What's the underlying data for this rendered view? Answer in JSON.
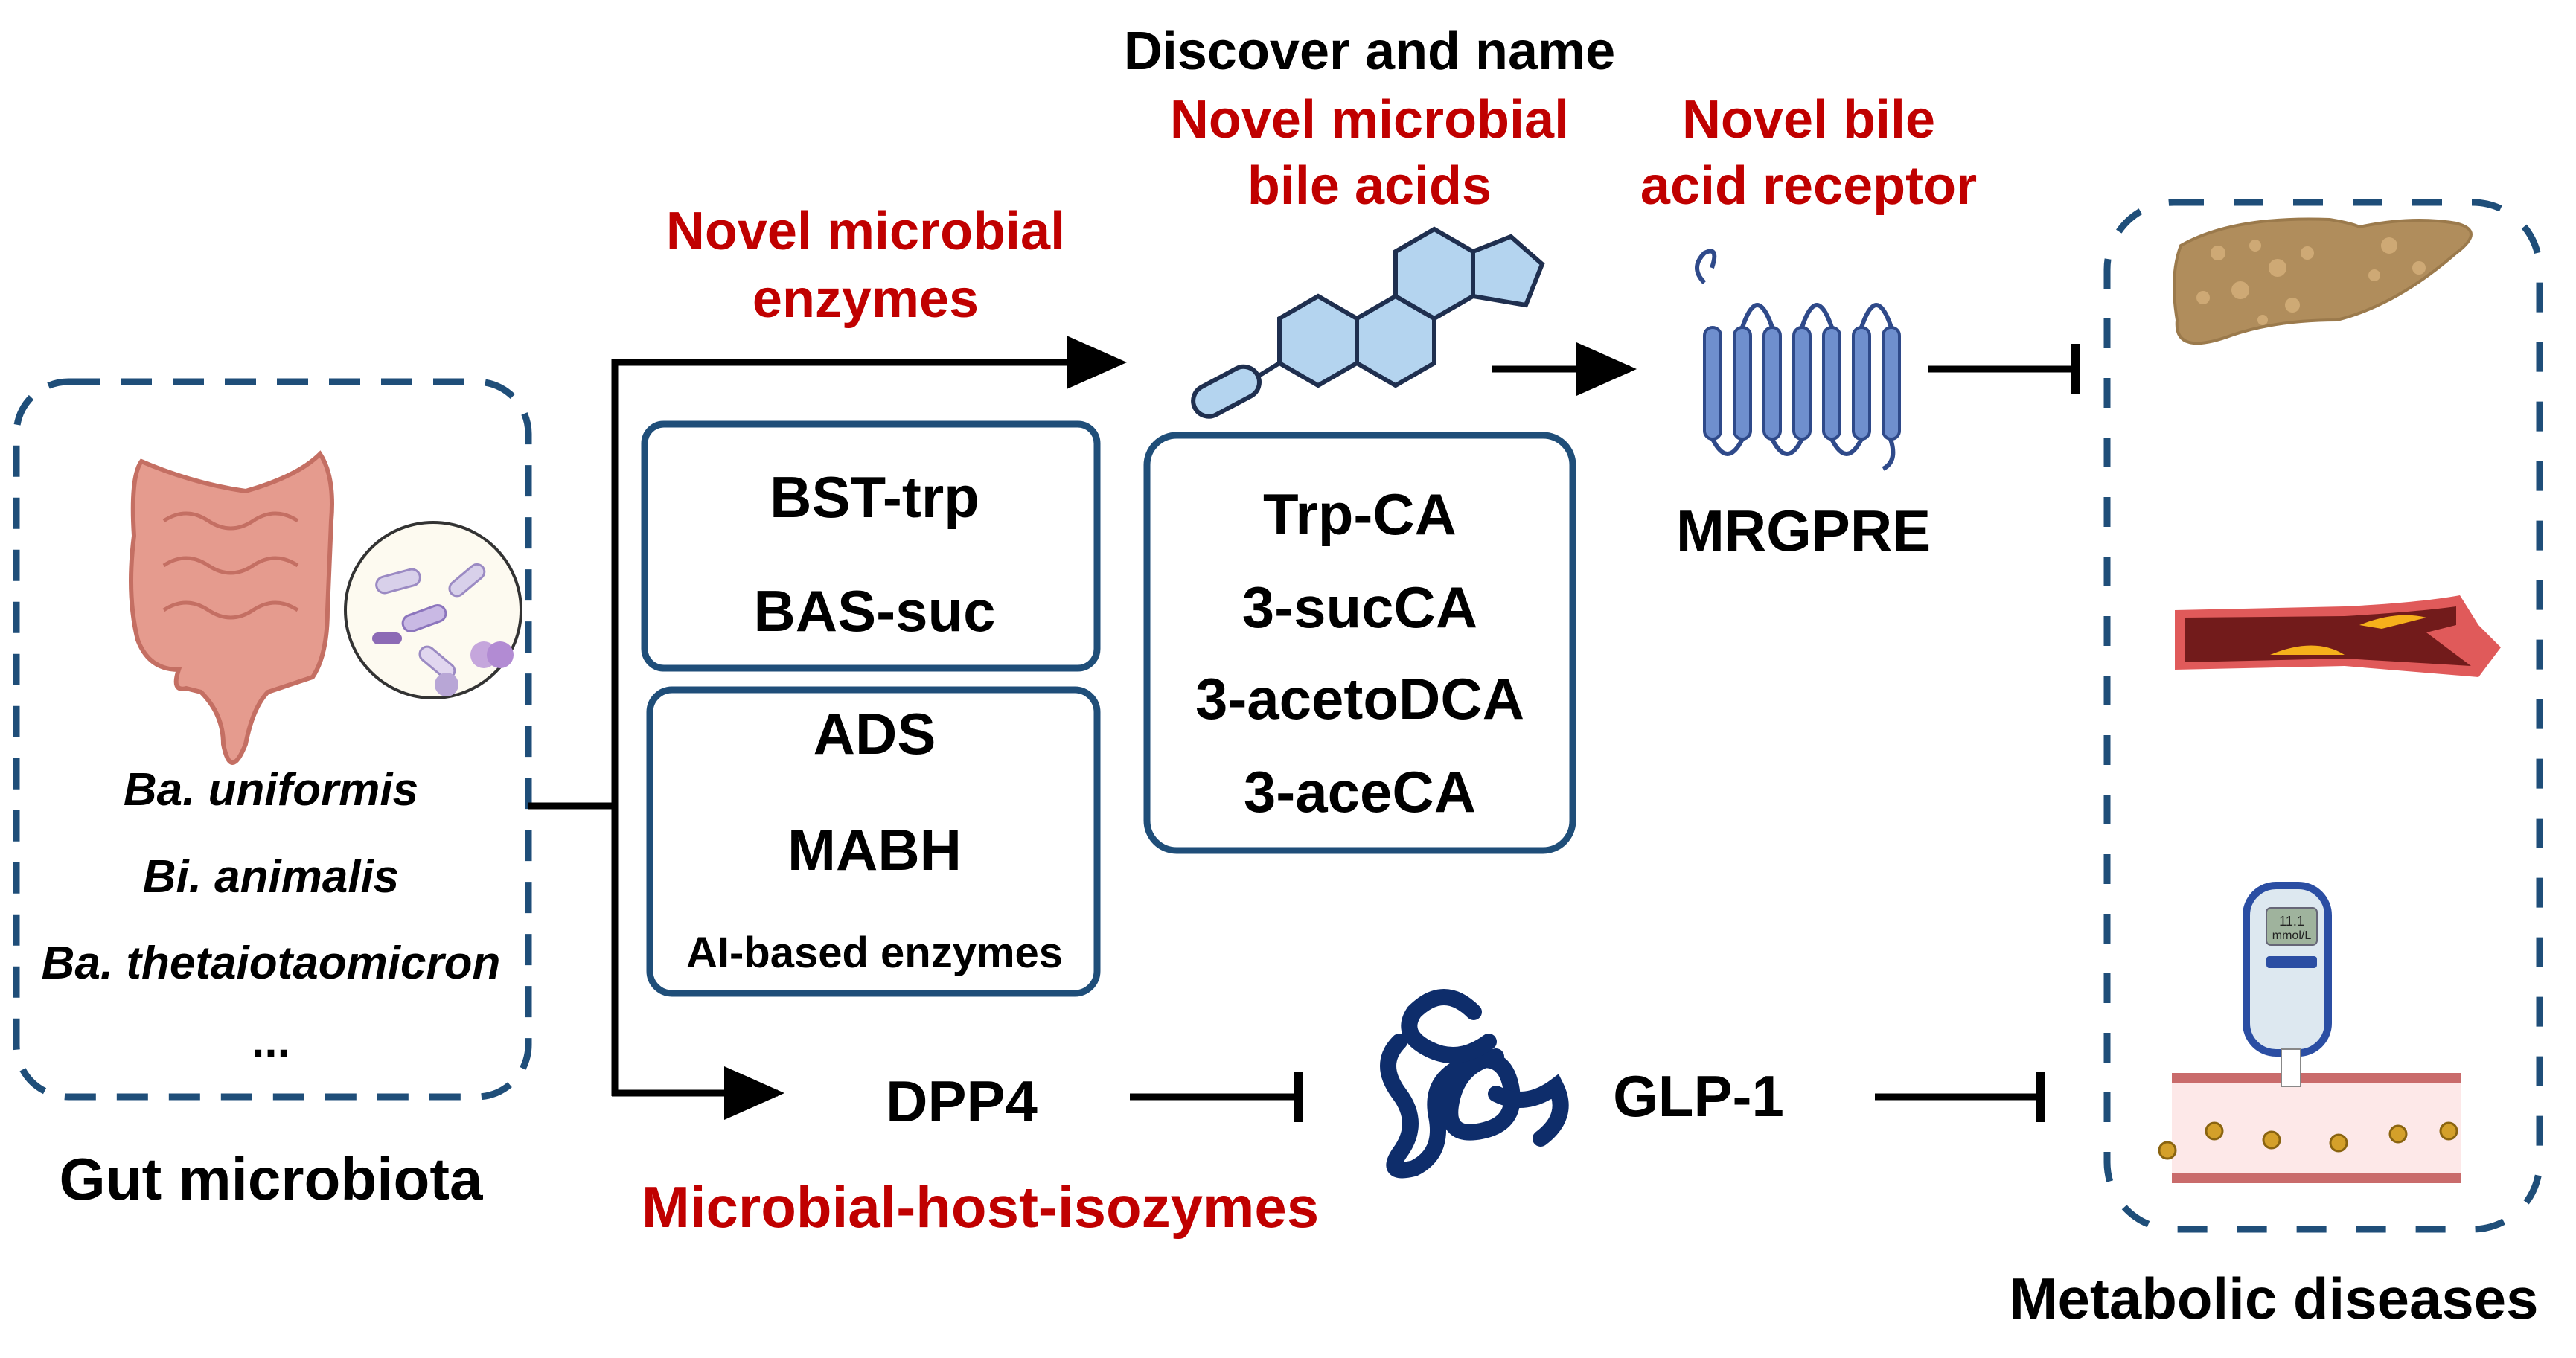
{
  "colors": {
    "box_border": "#1f4e79",
    "red_text": "#c00000",
    "arrow": "#000000",
    "molecule_fill": "#b4d4ef",
    "molecule_stroke": "#1f2f4f",
    "receptor": "#6f8fce",
    "protein": "#0e2d6b"
  },
  "gut": {
    "label": "Gut microbiota",
    "species": [
      "Ba. uniformis",
      "Bi. animalis",
      "Ba. thetaiotaomicron",
      "..."
    ],
    "icons": [
      "intestine-icon",
      "bacteria-magnifier-icon"
    ]
  },
  "enzymes": {
    "heading_line1": "Novel microbial",
    "heading_line2": "enzymes",
    "box1": [
      "BST-trp",
      "BAS-suc"
    ],
    "box2": [
      "ADS",
      "MABH",
      "AI-based enzymes"
    ]
  },
  "isozymes": {
    "dpp4": "DPP4",
    "label": "Microbial-host-isozymes",
    "glp1": "GLP-1"
  },
  "bile_acids": {
    "discover": "Discover and name",
    "heading_line1": "Novel microbial",
    "heading_line2": "bile acids",
    "items": [
      "Trp-CA",
      "3-sucCA",
      "3-acetoDCA",
      "3-aceCA"
    ]
  },
  "receptor": {
    "heading_line1": "Novel bile",
    "heading_line2": "acid receptor",
    "name": "MRGPRE"
  },
  "diseases": {
    "label": "Metabolic diseases",
    "icons": [
      "fatty-liver-icon",
      "atherosclerotic-artery-icon",
      "glucometer-icon"
    ],
    "glucometer_value": "11.1",
    "glucometer_unit": "mmol/L"
  }
}
